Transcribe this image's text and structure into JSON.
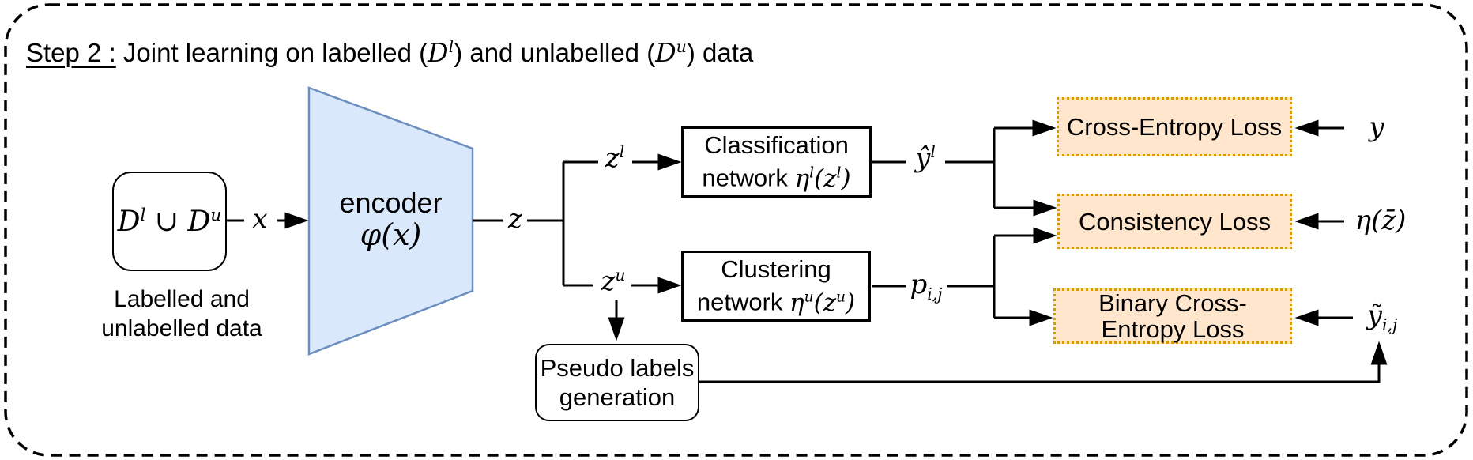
{
  "colors": {
    "encoder_fill": "#dae8fc",
    "encoder_stroke": "#6c8ebf",
    "loss_fill": "#ffe6cc",
    "loss_stroke": "#d79b00",
    "line": "#000000"
  },
  "title": {
    "step": "Step 2 :",
    "part1": " Joint learning on labelled (",
    "d1_base": "D",
    "d1_sup": "l",
    "part2": ") and unlabelled (",
    "d2_base": "D",
    "d2_sup": "u",
    "part3": ") data"
  },
  "input_box": {
    "d1_base": "D",
    "d1_sup": "l",
    "union": " ∪ ",
    "d2_base": "D",
    "d2_sup": "u",
    "caption1": "Labelled and",
    "caption2": "unlabelled data"
  },
  "encoder": {
    "line1": "encoder",
    "line2": "φ(x)"
  },
  "edges": {
    "x": "x",
    "z": "z",
    "zl_base": "z",
    "zl_sup": "l",
    "zu_base": "z",
    "zu_sup": "u",
    "yhat_base": "ŷ",
    "yhat_sup": "l",
    "p_base": "p",
    "p_sub": "i,j"
  },
  "classification_box": {
    "line1": "Classification",
    "line2_text": "network ",
    "m1": "η",
    "m1_sup": "l",
    "m2": "(z",
    "m2_sup": "l",
    "m3": ")"
  },
  "clustering_box": {
    "line1": "Clustering",
    "line2_text": "network ",
    "m1": "η",
    "m1_sup": "u",
    "m2": "(z",
    "m2_sup": "u",
    "m3": ")"
  },
  "pseudo_box": {
    "line1": "Pseudo labels",
    "line2": "generation"
  },
  "losses": {
    "cross_entropy": "Cross-Entropy Loss",
    "consistency": "Consistency Loss",
    "binary_line1": "Binary Cross-",
    "binary_line2": "Entropy Loss"
  },
  "targets": {
    "y": "y",
    "eta_zbar": "η(z̄)",
    "ytilde_base": "ỹ",
    "ytilde_sub": "i,j"
  }
}
